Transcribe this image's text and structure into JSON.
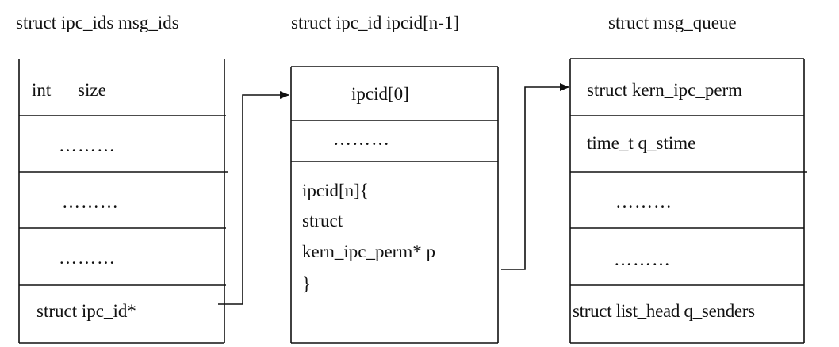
{
  "colors": {
    "ink": "#111111",
    "background": "#ffffff"
  },
  "msg_ids": {
    "title": "struct ipc_ids msg_ids",
    "rows": [
      {
        "type": "int",
        "name": "size"
      },
      {
        "text": "………"
      },
      {
        "text": "………"
      },
      {
        "text": "………"
      },
      {
        "text": "struct ipc_id*"
      }
    ]
  },
  "ipcid": {
    "title": "struct ipc_id ipcid[n-1]",
    "rows": [
      {
        "text": "ipcid[0]"
      },
      {
        "text": "………"
      },
      {
        "lines": [
          "ipcid[n]{",
          "struct",
          "kern_ipc_perm* p",
          "}"
        ]
      }
    ]
  },
  "msg_queue": {
    "title": "struct msg_queue",
    "rows": [
      {
        "text": "struct kern_ipc_perm"
      },
      {
        "text": "time_t q_stime"
      },
      {
        "text": "………"
      },
      {
        "text": "………"
      },
      {
        "text": "struct list_head q_senders"
      }
    ]
  }
}
